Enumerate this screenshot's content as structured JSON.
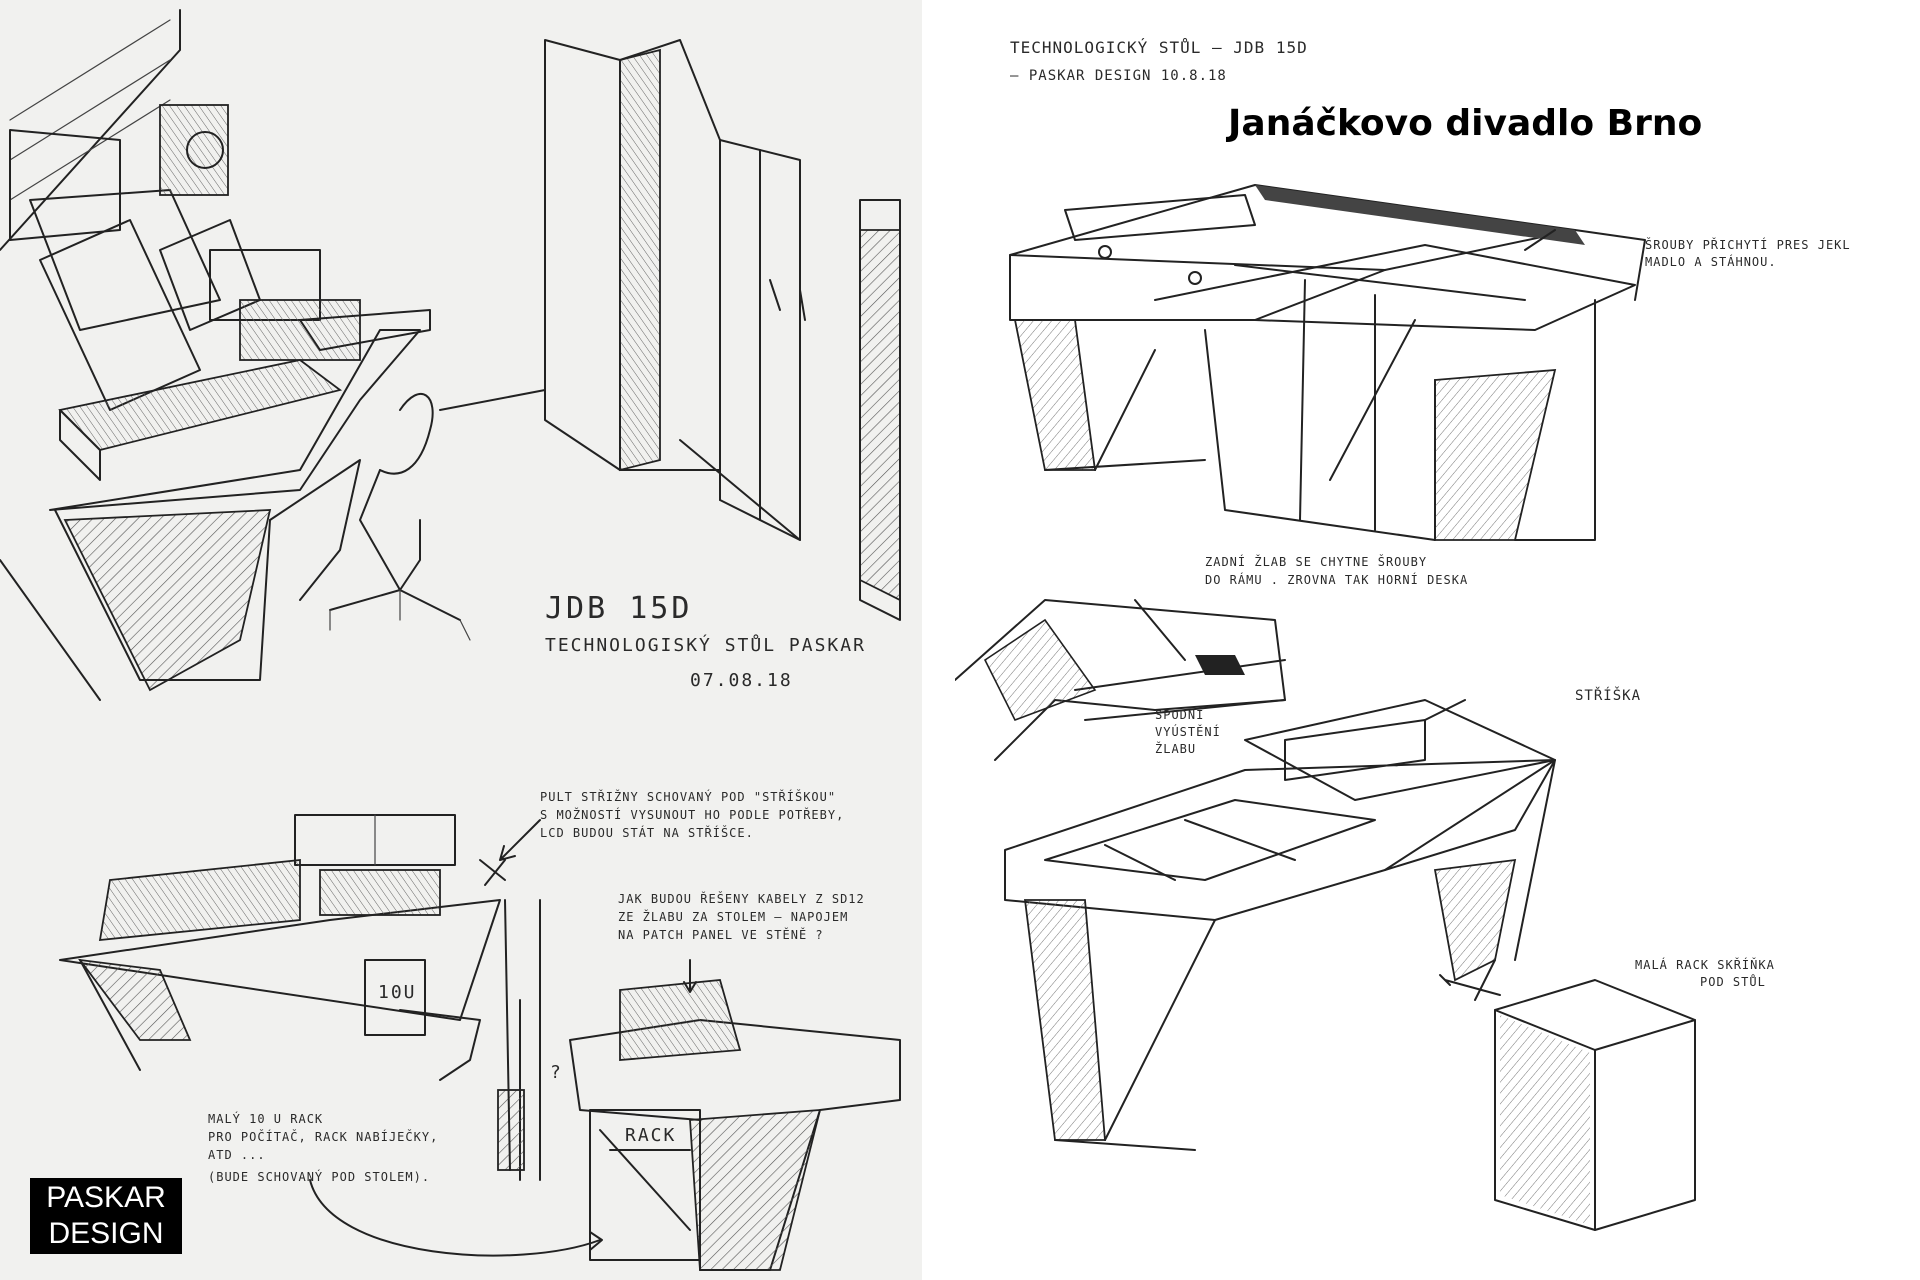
{
  "left_sheet": {
    "header": {
      "line1": "JDB 15D",
      "line2": "TECHNOLOGISKÝ STŮL PASKAR",
      "line3": "07.08.18"
    },
    "note_desk": {
      "line1": "PULT STŘIŽNY SCHOVANÝ POD \"STŘÍŠKOU\"",
      "line2": "S MOŽNOSTÍ VYSUNOUT HO PODLE POTŘEBY,",
      "line3": "LCD BUDOU STÁT NA STŘÍŠCE."
    },
    "note_cables": {
      "line1": "JAK BUDOU ŘEŠENY KABELY Z SD12",
      "line2": "ZE ŽLABU ZA STOLEM – NAPOJEM",
      "line3": "NA PATCH PANEL VE STĚNĚ ?"
    },
    "note_rack": {
      "line1": "MALÝ 10 U RACK",
      "line2": "PRO POČÍTAČ, RACK NABÍJEČKY,",
      "line3": "ATD ...",
      "line4": "(BUDE SCHOVANÝ POD STOLEM)."
    },
    "rack_label": "10U",
    "rack_label_2": "RACK",
    "question_mark": "?",
    "logo_line1": "PASKAR",
    "logo_line2": "DESIGN"
  },
  "right_sheet": {
    "header": {
      "line1": "TECHNOLOGICKÝ STŮL – JDB 15D",
      "line2": "– PASKAR DESIGN 10.8.18"
    },
    "title": "Janáčkovo divadlo Brno",
    "note_screws": {
      "line1": "ŠROUBY PŘICHYTÍ PRES JEKL",
      "line2": "MADLO A STÁHNOU."
    },
    "note_gutter": {
      "line1": "ZADNÍ ŽLAB SE CHYTNE ŠROUBY",
      "line2": "DO RÁMU . ZROVNA TAK HORNÍ DESKA"
    },
    "note_side": {
      "line1": "SPODNÍ",
      "line2": "VYÚSTĚNÍ",
      "line3": "ŽLABU"
    },
    "note_roof": "STŘÍŠKA",
    "note_cabinet": {
      "line1": "MALÁ RACK SKŘÍŇKA",
      "line2": "POD STŮL"
    }
  }
}
